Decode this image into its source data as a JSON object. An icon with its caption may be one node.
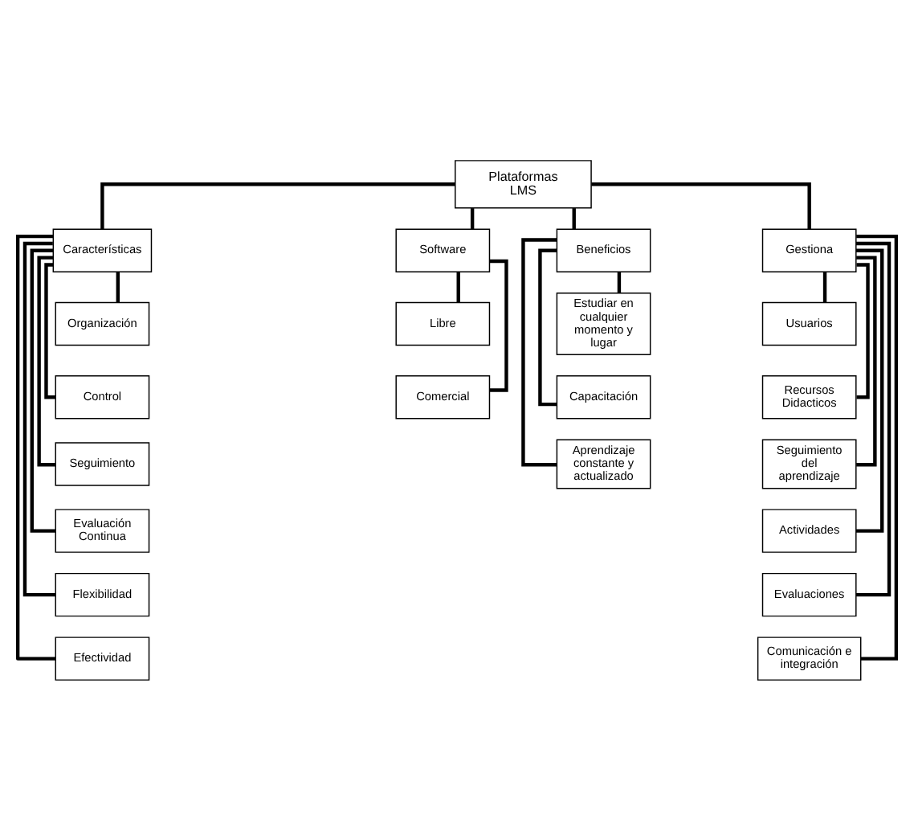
{
  "diagram": {
    "nodes": [
      {
        "text": [
          "Plataformas LMS"
        ]
      },
      {
        "text": [
          "Características"
        ]
      },
      {
        "text": [
          "Software"
        ]
      },
      {
        "text": [
          "Beneficios"
        ]
      },
      {
        "text": [
          "Gestiona"
        ]
      },
      {
        "text": [
          "Organización"
        ]
      },
      {
        "text": [
          "Control"
        ]
      },
      {
        "text": [
          "Seguimiento"
        ]
      },
      {
        "text": [
          "Evaluación Continua"
        ]
      },
      {
        "text": [
          "Flexibilidad"
        ]
      },
      {
        "text": [
          "Efectividad"
        ]
      },
      {
        "text": [
          "Libre"
        ]
      },
      {
        "text": [
          "Comercial"
        ]
      },
      {
        "text": [
          "Estudiar en cualquier momento y lugar"
        ]
      },
      {
        "text": [
          "Capacitación"
        ]
      },
      {
        "text": [
          "Aprendizaje constante y actualizado"
        ]
      },
      {
        "text": [
          "Usuarios"
        ]
      },
      {
        "text": [
          "Recursos Didacticos"
        ]
      },
      {
        "text": [
          "Seguimiento del aprendizaje"
        ]
      },
      {
        "text": [
          "Actividades"
        ]
      },
      {
        "text": [
          "Evaluaciones"
        ]
      },
      {
        "text": [
          "Comunicación e integración"
        ]
      }
    ],
    "edges": [
      {
        "from": 0,
        "to": 1,
        "arrow": "none"
      },
      {
        "from": 0,
        "to": 2,
        "arrow": "none"
      },
      {
        "from": 0,
        "to": 3,
        "arrow": "none"
      },
      {
        "from": 0,
        "to": 4,
        "arrow": "none"
      },
      {
        "from": 1,
        "to": 5,
        "arrow": "none"
      },
      {
        "from": 1,
        "to": 6,
        "arrow": "none"
      },
      {
        "from": 1,
        "to": 7,
        "arrow": "none"
      },
      {
        "from": 1,
        "to": 8,
        "arrow": "none"
      },
      {
        "from": 1,
        "to": 9,
        "arrow": "none"
      },
      {
        "from": 1,
        "to": 10,
        "arrow": "none"
      },
      {
        "from": 2,
        "to": 11,
        "arrow": "none"
      },
      {
        "from": 2,
        "to": 12,
        "arrow": "none"
      },
      {
        "from": 3,
        "to": 13,
        "arrow": "none"
      },
      {
        "from": 3,
        "to": 14,
        "arrow": "none"
      },
      {
        "from": 3,
        "to": 15,
        "arrow": "none"
      },
      {
        "from": 4,
        "to": 16,
        "arrow": "none"
      },
      {
        "from": 4,
        "to": 17,
        "arrow": "none"
      },
      {
        "from": 4,
        "to": 18,
        "arrow": "none"
      },
      {
        "from": 4,
        "to": 19,
        "arrow": "none"
      },
      {
        "from": 4,
        "to": 20,
        "arrow": "none"
      },
      {
        "from": 4,
        "to": 21,
        "arrow": "none"
      }
    ]
  }
}
